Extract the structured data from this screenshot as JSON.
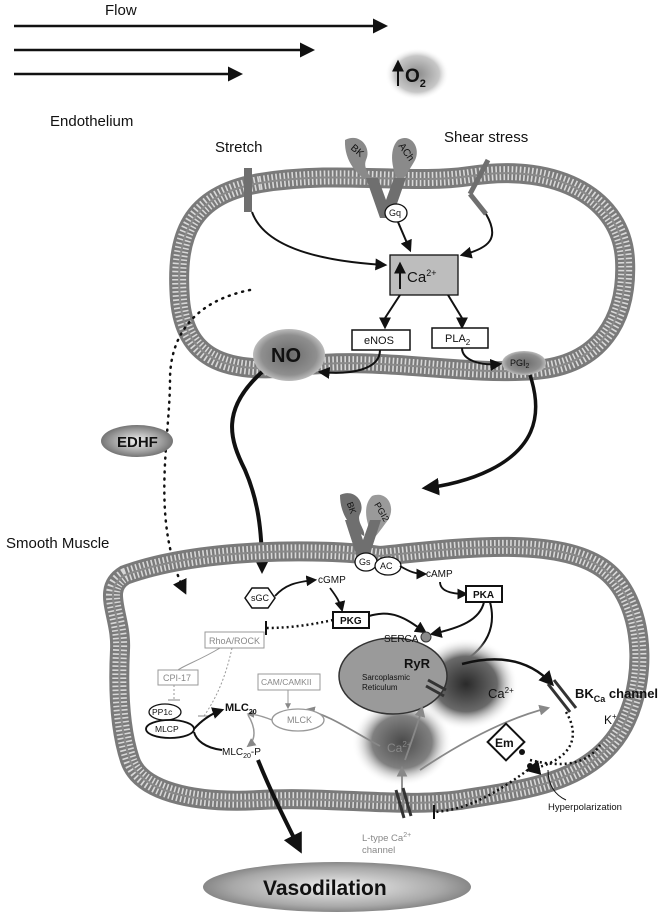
{
  "labels": {
    "flow": "Flow",
    "endothelium": "Endothelium",
    "stretch": "Stretch",
    "shear_stress": "Shear stress",
    "bk": "BK",
    "ach": "ACh",
    "gq": "Gq",
    "ca2_endo": "Ca",
    "ca2_endo_sup": "2+",
    "enos": "eNOS",
    "pla2": "PLA",
    "pla2_sub": "2",
    "pgi2_endo": "PGI",
    "pgi2_endo_sub": "2",
    "no": "NO",
    "edhf": "EDHF",
    "smooth_muscle": "Smooth Muscle",
    "bk_receptor_ligand": "BK",
    "pgi2_receptor_ligand": "PGI2",
    "gs": "Gs",
    "ac": "AC",
    "camp": "cAMP",
    "cgmp": "cGMP",
    "sgc": "sGC",
    "pkg": "PKG",
    "pka": "PKA",
    "serca": "SERCA",
    "ryr": "RyR",
    "sr_line1": "Sarcoplasmic",
    "sr_line2": "Reticulum",
    "ca2_sr": "Ca",
    "ca2_sr_sup": "2+",
    "ca2_cyto": "Ca",
    "ca2_cyto_sup": "2+",
    "bkca_main": "BK",
    "bkca_sub": "Ca",
    "bkca_tail": " channel",
    "k_plus": "K",
    "k_plus_sup": "+",
    "rhoa_rock": "RhoA/ROCK",
    "cpi17": "CPI-17",
    "cam_camkii": "CAM/CAMKII",
    "mlck": "MLCK",
    "pp1c": "PP1c",
    "mlcp": "MLCP",
    "mlc20": "MLC",
    "mlc20_sub": "20",
    "mlc20p": "MLC",
    "mlc20p_sub": "20",
    "mlc20p_tail": "-P",
    "em": "Em",
    "hyperpolarization": "Hyperpolarization",
    "ltype_line1": "L-type Ca",
    "ltype_sup": "2+",
    "ltype_line2": "channel",
    "vasodilation": "Vasodilation",
    "o2": "O",
    "o2_sub": "2"
  },
  "colors": {
    "membrane_fill": "#b8b8b8",
    "membrane_stroke": "#6e6e6e",
    "ca_box_fill": "#bdbdbd",
    "gray_text": "#8a8a8a",
    "receptor_fill": "#6f6f6f"
  }
}
